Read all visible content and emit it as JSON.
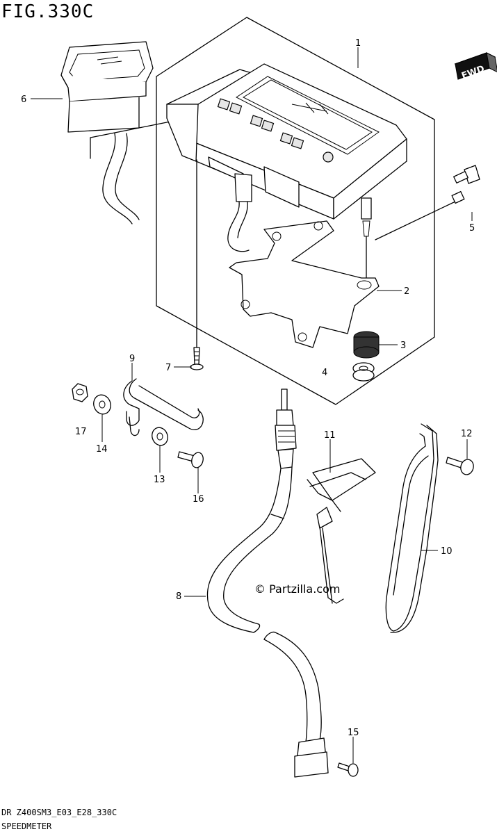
{
  "header": {
    "title": "FIG.330C"
  },
  "footer": {
    "code": "DR Z400SM3_E03_E28_330C",
    "name": "SPEEDMETER"
  },
  "watermark": "© Partzilla.com",
  "direction_badge": "FWD",
  "callouts": {
    "c1": "1",
    "c2": "2",
    "c3": "3",
    "c4": "4",
    "c5": "5",
    "c6": "6",
    "c7": "7",
    "c8": "8",
    "c9": "9",
    "c10": "10",
    "c11": "11",
    "c12": "12",
    "c13": "13",
    "c14": "14",
    "c15": "15",
    "c16": "16",
    "c17": "17"
  }
}
